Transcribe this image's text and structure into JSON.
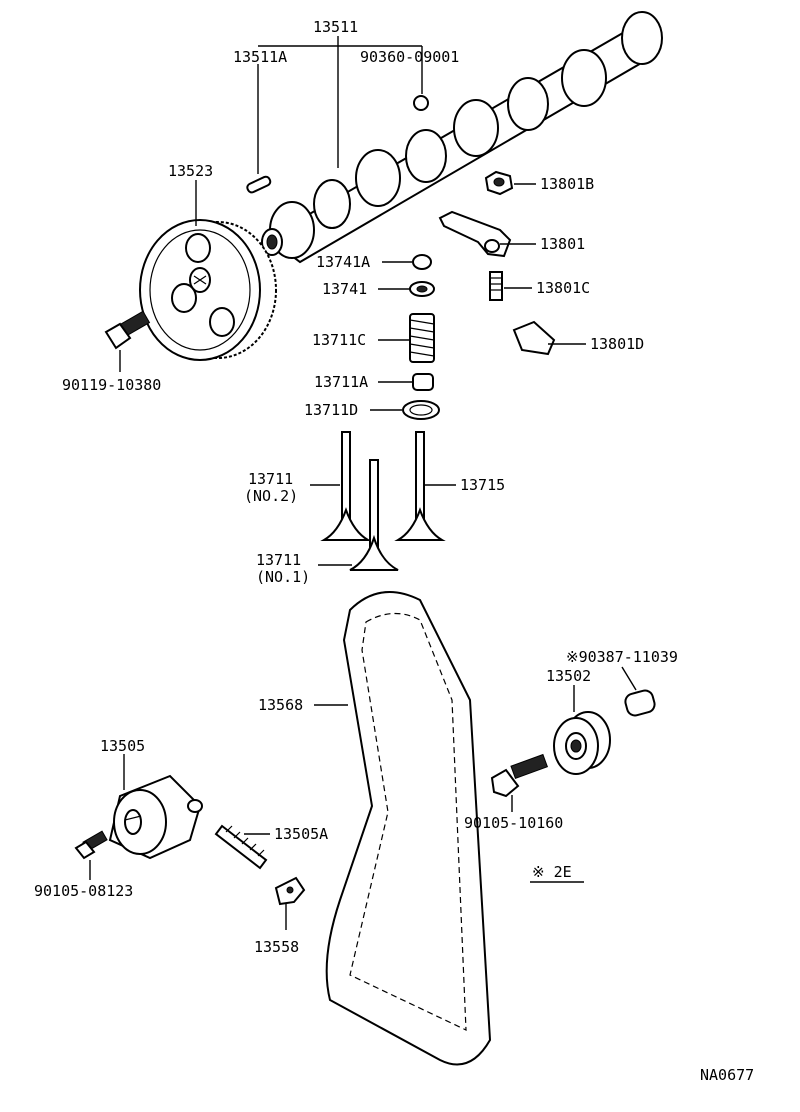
{
  "parts": {
    "p13511": "13511",
    "p13511a": "13511A",
    "p90360": "90360-09001",
    "p13523": "13523",
    "p13801b": "13801B",
    "p13801": "13801",
    "p13741a": "13741A",
    "p13741": "13741",
    "p13801c": "13801C",
    "p13711c": "13711C",
    "p13801d": "13801D",
    "p90119": "90119-10380",
    "p13711a": "13711A",
    "p13711d": "13711D",
    "p13711no2": "13711",
    "p13711no2_sub": "(NO.2)",
    "p13715": "13715",
    "p13711no1": "13711",
    "p13711no1_sub": "(NO.1)",
    "p90387": "※90387-11039",
    "p13502": "13502",
    "p13568": "13568",
    "p13505": "13505",
    "p90105_10160": "90105-10160",
    "p13505a": "13505A",
    "p2e": "※ 2E",
    "p90105_08123": "90105-08123",
    "p13558": "13558"
  },
  "footer": {
    "code": "NA0677"
  }
}
